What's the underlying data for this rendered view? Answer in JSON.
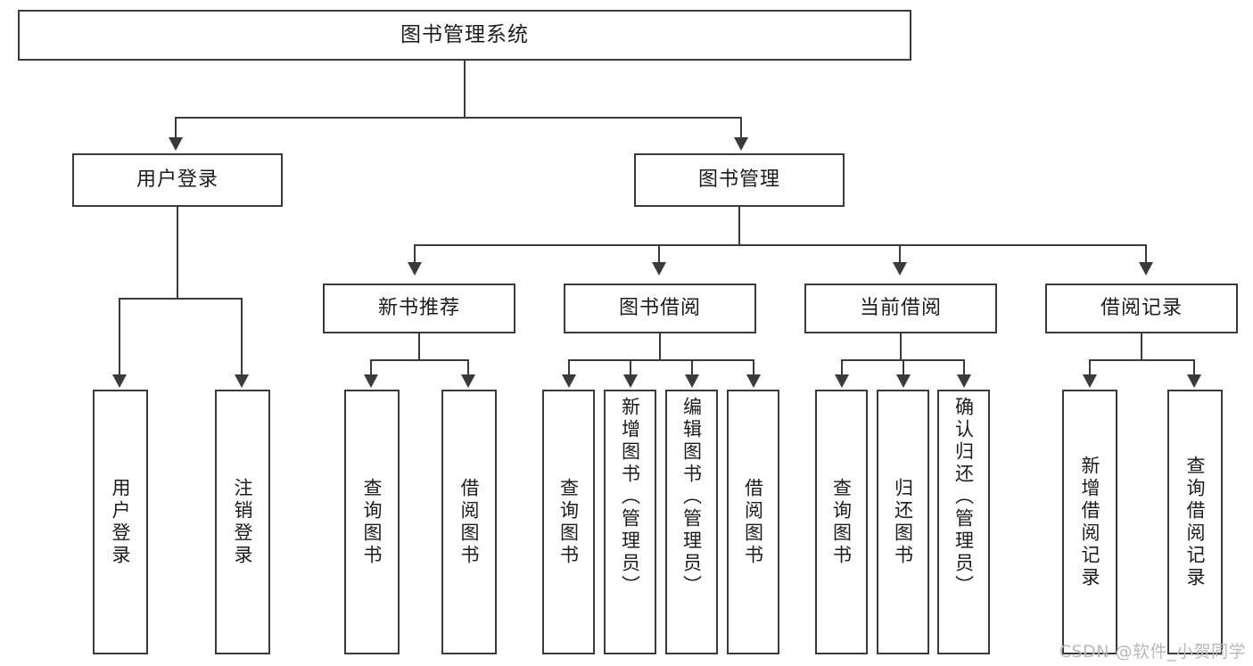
{
  "diagram": {
    "title": "图书管理系统",
    "type": "tree",
    "watermark": "CSDN @软件_小贺同学",
    "colors": {
      "stroke": "#3a3a3a",
      "text": "#1c1c1c",
      "background": "#ffffff",
      "watermark": "#b9b9b9"
    },
    "root": {
      "label": "图书管理系统"
    },
    "level2": [
      {
        "label": "用户登录"
      },
      {
        "label": "图书管理"
      }
    ],
    "level3": [
      {
        "label": "新书推荐"
      },
      {
        "label": "图书借阅"
      },
      {
        "label": "当前借阅"
      },
      {
        "label": "借阅记录"
      }
    ],
    "leaves": {
      "user_login": [
        {
          "label": "用户登录"
        },
        {
          "label": "注销登录"
        }
      ],
      "new_book": [
        {
          "label": "查询图书"
        },
        {
          "label": "借阅图书"
        }
      ],
      "book_borrow": [
        {
          "label": "查询图书"
        },
        {
          "label": "新增图书（管理员）"
        },
        {
          "label": "编辑图书（管理员）"
        },
        {
          "label": "借阅图书"
        }
      ],
      "current_borrow": [
        {
          "label": "查询图书"
        },
        {
          "label": "归还图书"
        },
        {
          "label": "确认归还（管理员）"
        }
      ],
      "borrow_record": [
        {
          "label": "新增借阅记录"
        },
        {
          "label": "查询借阅记录"
        }
      ]
    }
  }
}
